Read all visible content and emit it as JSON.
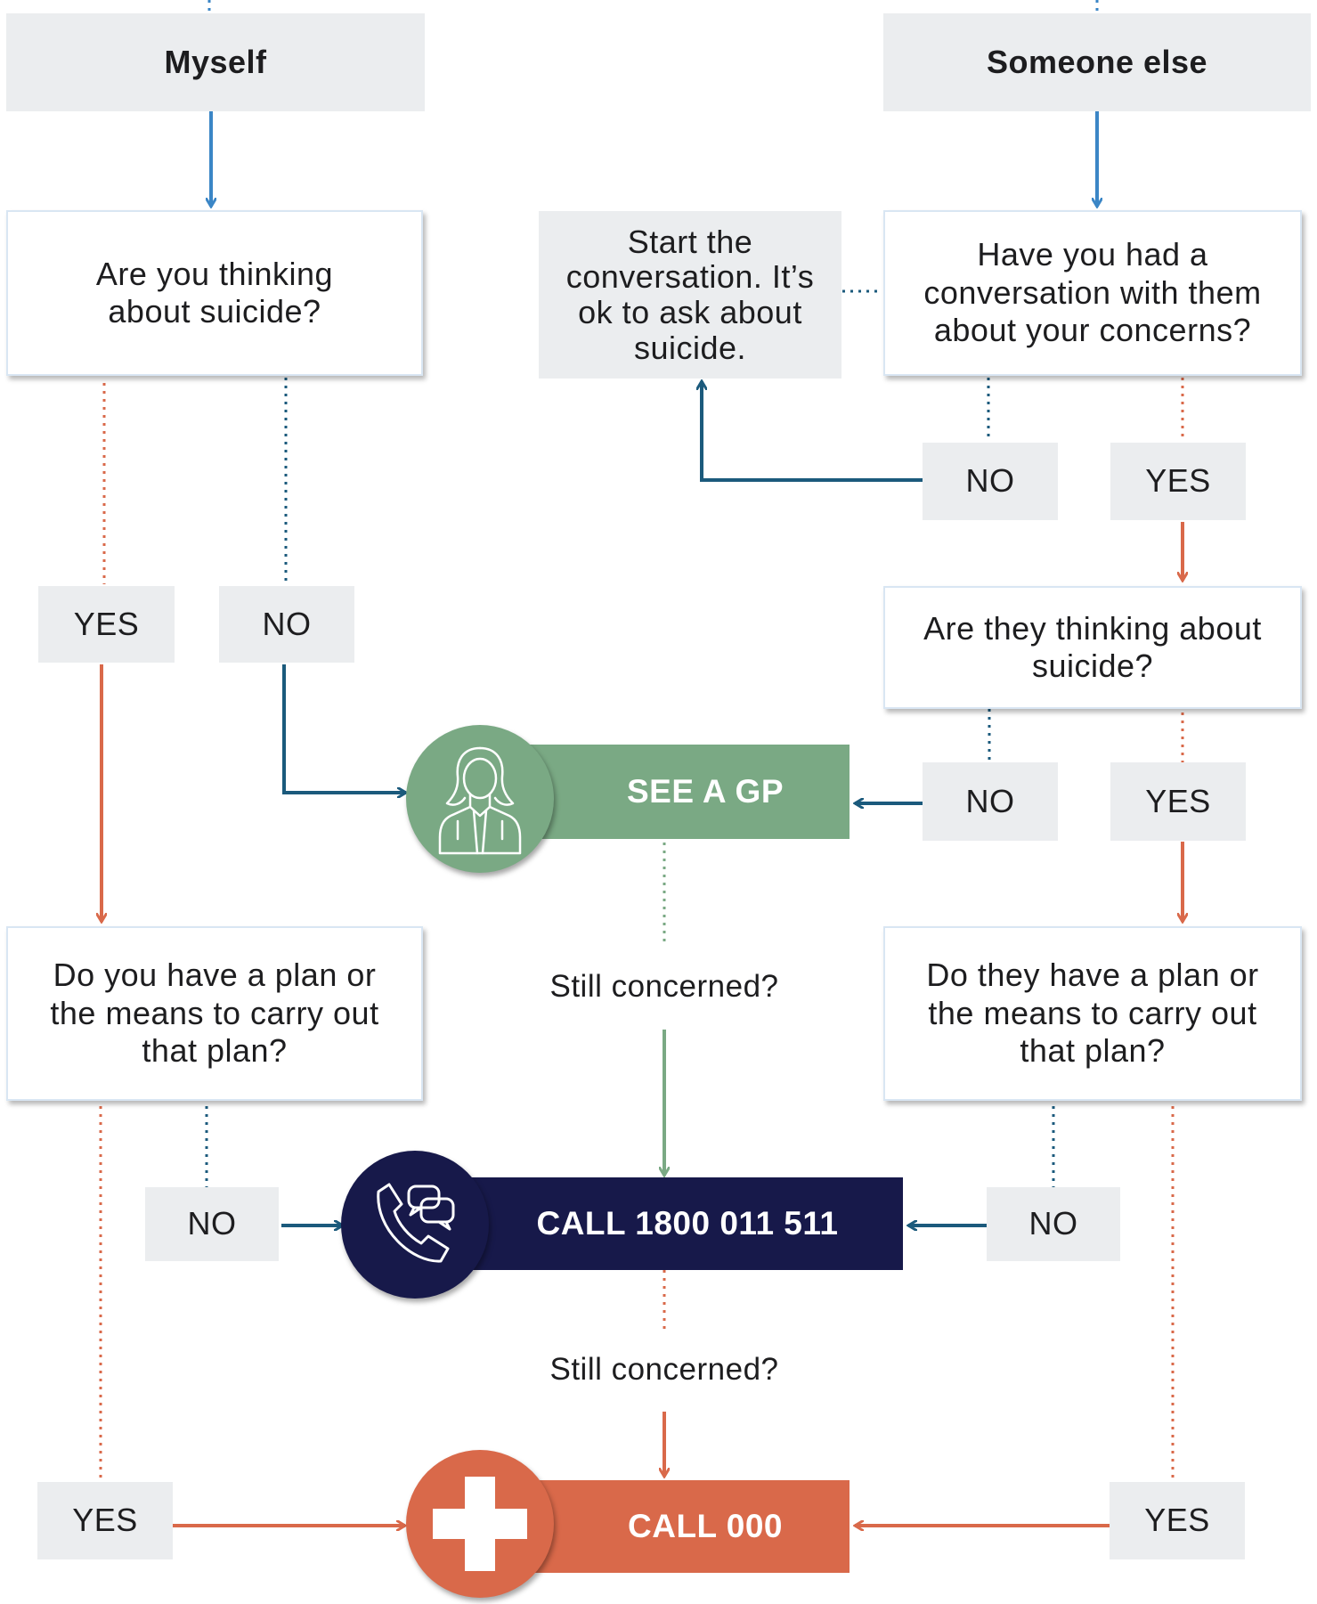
{
  "colors": {
    "blue": "#3b86c6",
    "teal": "#1b5a7c",
    "orange": "#d9694a",
    "green": "#7aa984",
    "navy": "#17194a",
    "box_grey": "#ebedef"
  },
  "myself": {
    "label": "Myself",
    "q_thinking": "Are you thinking about suicide?",
    "yes": "YES",
    "no": "NO",
    "q_plan": "Do you have a plan or the means to carry out that plan?",
    "plan_no": "NO",
    "plan_yes": "YES"
  },
  "someone_else": {
    "label": "Someone else",
    "q_conversation": "Have you had a conversation with them about your concerns?",
    "start_conversation": "Start the conversation. It’s ok to ask about suicide.",
    "conv_no": "NO",
    "conv_yes": "YES",
    "q_thinking": "Are they thinking about suicide?",
    "think_no": "NO",
    "think_yes": "YES",
    "q_plan": "Do they have a plan or the means to carry out that plan?",
    "plan_no": "NO",
    "plan_yes": "YES"
  },
  "outcomes": {
    "gp": {
      "label": "SEE A GP",
      "icon": "doctor-icon"
    },
    "still_concerned_1": "Still concerned?",
    "helpline": {
      "label": "CALL 1800 011 511",
      "icon": "phone-chat-icon"
    },
    "still_concerned_2": "Still concerned?",
    "emergency": {
      "label": "CALL 000",
      "icon": "medical-cross-icon"
    }
  }
}
